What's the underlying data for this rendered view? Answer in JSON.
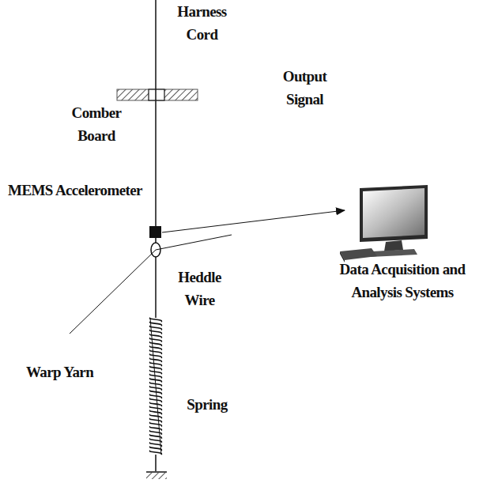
{
  "diagram": {
    "labels": [
      "Harness Cord",
      "Comber Board",
      "Output Signal",
      "MEMS Accelerometer",
      "Data Acquisition and Analysis Systems",
      "Heddle Wire",
      "Warp Yarn",
      "Spring"
    ]
  }
}
